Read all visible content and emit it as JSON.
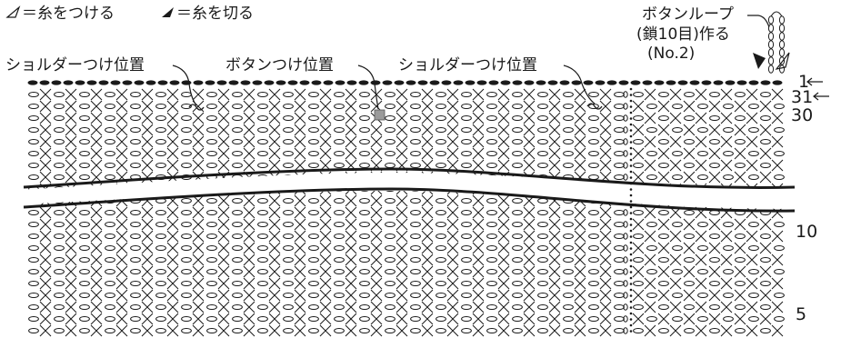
{
  "legend": [
    {
      "symbol": "open-triangle",
      "text": "＝糸をつける"
    },
    {
      "symbol": "filled-triangle",
      "text": "＝糸を切る"
    }
  ],
  "annotations": {
    "shoulder_left": "ショルダーつけ位置",
    "button": "ボタンつけ位置",
    "shoulder_right": "ショルダーつけ位置",
    "button_loop_line1": "ボタンループ",
    "button_loop_line2": "(鎖10目)作る",
    "button_loop_line3": "(No.2)"
  },
  "row_numbers": {
    "row1": "1",
    "row31": "31",
    "row30": "30",
    "row10": "10",
    "row5": "5"
  },
  "colors": {
    "ink": "#1a1a1a",
    "marker": "#9a9a9a"
  }
}
